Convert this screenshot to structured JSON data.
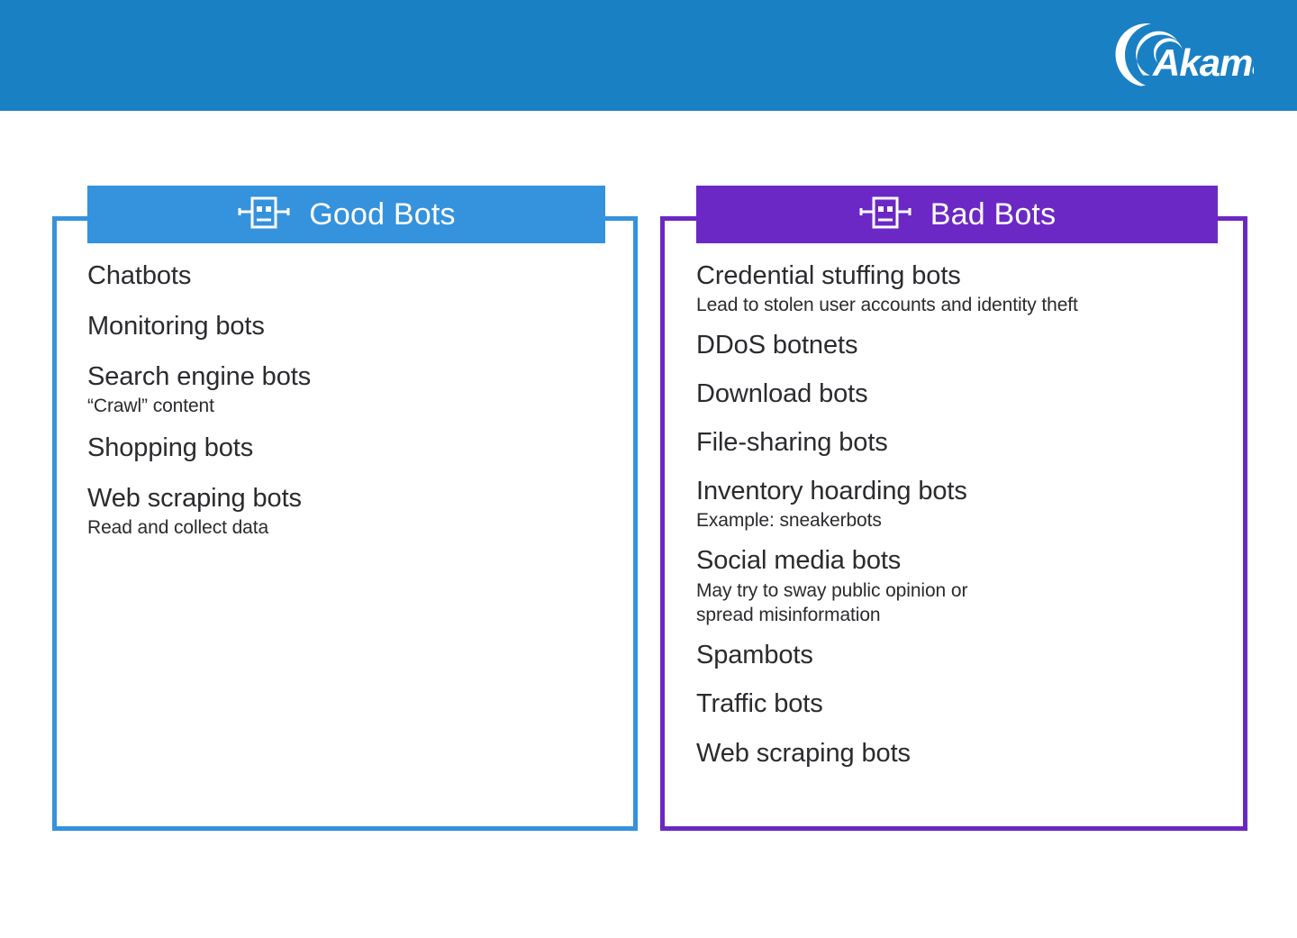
{
  "brand": {
    "name": "Akamai",
    "logo_icon": "akamai-wave-logo",
    "band_color": "#1a80c4"
  },
  "panels": [
    {
      "id": "good-bots",
      "title": "Good Bots",
      "icon": "robot-icon",
      "accent_color": "#3592dc",
      "items": [
        {
          "title": "Chatbots",
          "desc": ""
        },
        {
          "title": "Monitoring bots",
          "desc": ""
        },
        {
          "title": "Search engine bots",
          "desc": "“Crawl” content"
        },
        {
          "title": "Shopping bots",
          "desc": ""
        },
        {
          "title": "Web scraping bots",
          "desc": "Read and collect data"
        }
      ]
    },
    {
      "id": "bad-bots",
      "title": "Bad Bots",
      "icon": "robot-icon",
      "accent_color": "#6c28c4",
      "items": [
        {
          "title": "Credential stuffing bots",
          "desc": "Lead to stolen user accounts and identity theft"
        },
        {
          "title": "DDoS botnets",
          "desc": ""
        },
        {
          "title": "Download bots",
          "desc": ""
        },
        {
          "title": "File-sharing bots",
          "desc": ""
        },
        {
          "title": "Inventory hoarding bots",
          "desc": "Example: sneakerbots"
        },
        {
          "title": "Social media bots",
          "desc": "May try to sway public opinion or\nspread misinformation"
        },
        {
          "title": "Spambots",
          "desc": ""
        },
        {
          "title": "Traffic bots",
          "desc": ""
        },
        {
          "title": "Web scraping bots",
          "desc": ""
        }
      ]
    }
  ]
}
